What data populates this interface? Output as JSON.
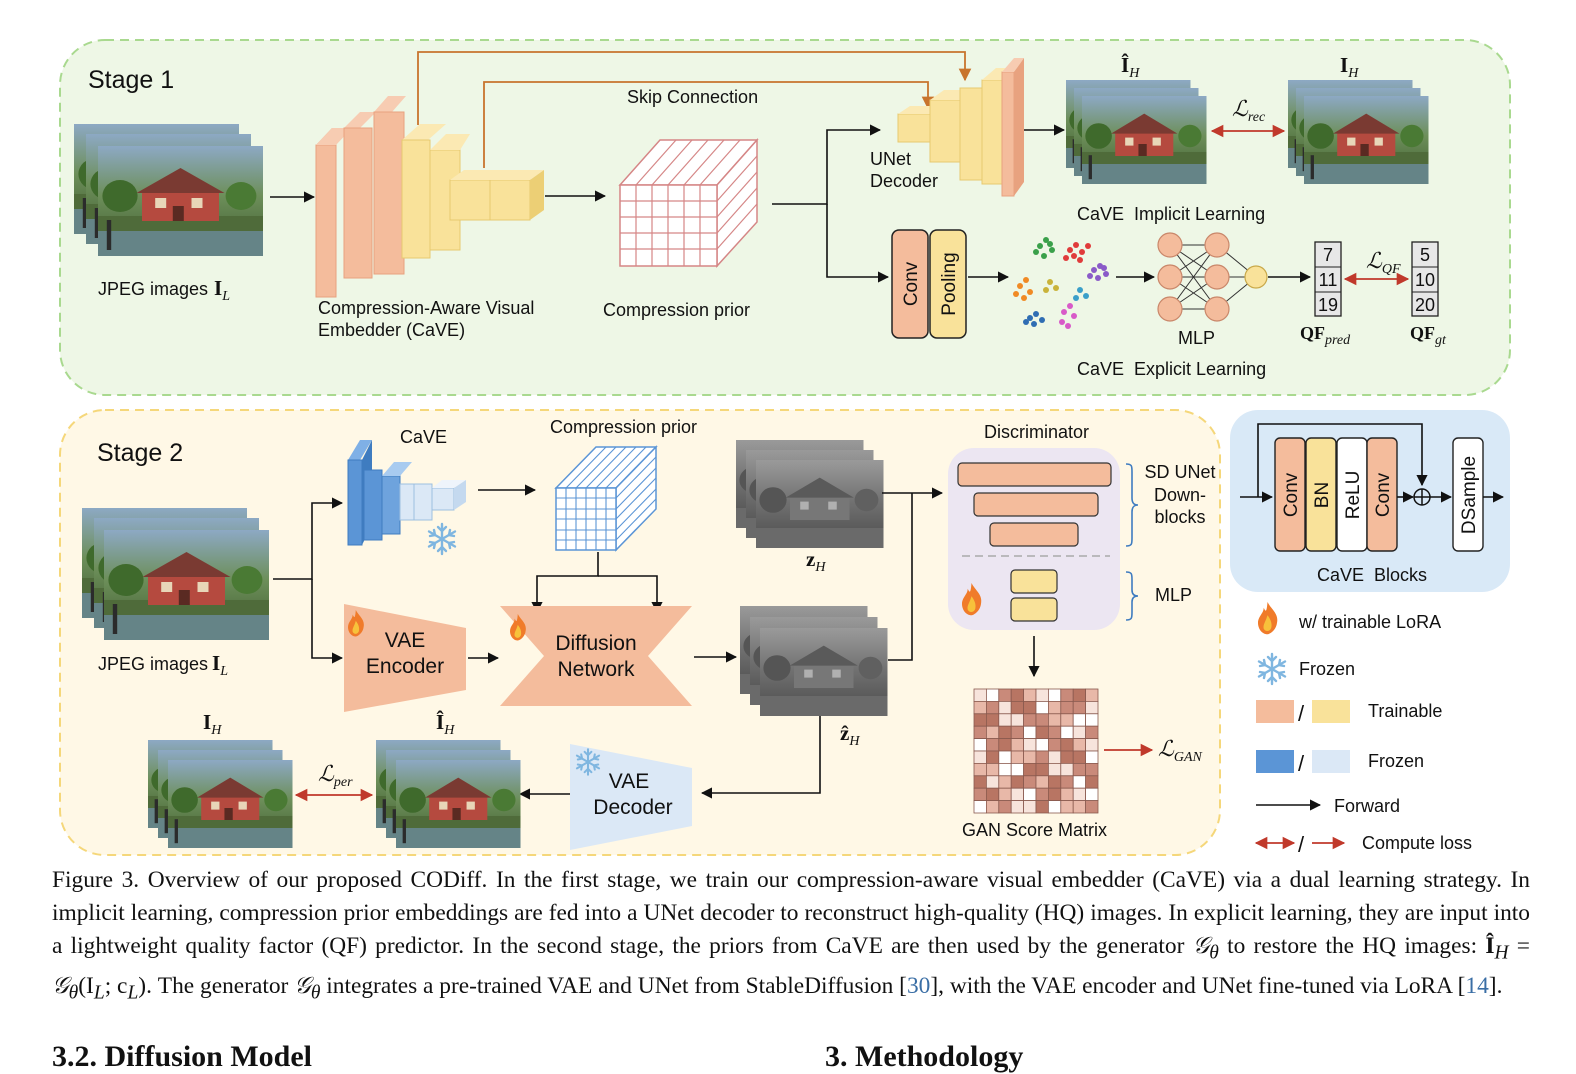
{
  "stage1": {
    "title": "Stage 1",
    "input_label": "JPEG images",
    "input_math": "I",
    "input_sub": "L",
    "cave_label_line1": "Compression-Aware Visual",
    "cave_label_line2": "Embedder (CaVE)",
    "prior_label": "Compression prior",
    "skip_label": "Skip Connection",
    "unet_label_line1": "UNet",
    "unet_label_line2": "Decoder",
    "ihat_label": "Î",
    "ihat_sub": "H",
    "ih_label": "I",
    "ih_sub": "H",
    "lrec": "ℒ",
    "lrec_sub": "rec",
    "implicit_label": "CaVE  Implicit Learning",
    "explicit_label": "CaVE  Explicit Learning",
    "conv_label": "Conv",
    "pool_label": "Pooling",
    "mlp_label": "MLP",
    "qf_pred": [
      "7",
      "11",
      "19"
    ],
    "qf_gt": [
      "5",
      "10",
      "20"
    ],
    "qf_pred_label": "QF",
    "qf_pred_sub": "pred",
    "qf_gt_label": "QF",
    "qf_gt_sub": "gt",
    "lqf": "ℒ",
    "lqf_sub": "QF"
  },
  "stage2": {
    "title": "Stage 2",
    "input_label": "JPEG images",
    "input_math": "I",
    "input_sub": "L",
    "cave_label": "CaVE",
    "prior_label": "Compression prior",
    "vae_enc_line1": "VAE",
    "vae_enc_line2": "Encoder",
    "diff_line1": "Diffusion",
    "diff_line2": "Network",
    "vae_dec_line1": "VAE",
    "vae_dec_line2": "Decoder",
    "zh": "z",
    "zh_sub": "H",
    "zhat": "ẑ",
    "zhat_sub": "H",
    "ih": "I",
    "ih_sub": "H",
    "ihat": "Î",
    "ihat_sub": "H",
    "lper": "ℒ",
    "lper_sub": "per",
    "disc_label": "Discriminator",
    "sd_line1": "SD UNet",
    "sd_line2": "Down-",
    "sd_line3": "blocks",
    "mlp_label": "MLP",
    "gan_label": "GAN Score Matrix",
    "lgan": "ℒ",
    "lgan_sub": "GAN"
  },
  "cave_blocks": {
    "title": "CaVE  Blocks",
    "conv1": "Conv",
    "bn": "BN",
    "relu": "ReLU",
    "conv2": "Conv",
    "dsample": "DSample"
  },
  "legend": {
    "lora": "w/ trainable LoRA",
    "frozen_icon": "Frozen",
    "trainable": "Trainable",
    "frozen": "Frozen",
    "forward": "Forward",
    "compute_loss": "Compute loss",
    "slash": "/"
  },
  "colors": {
    "stage1_bg": "#eef7e6",
    "stage1_border": "#a9d98f",
    "stage2_bg": "#fff8e6",
    "stage2_border": "#f5d77a",
    "cave_blocks_bg": "#d9e9f7",
    "orange": "#f4bc9c",
    "orange_dark": "#e8a27f",
    "yellow": "#f9e29a",
    "blue": "#5b95d6",
    "light_blue": "#dbe8f6",
    "red_arrow": "#c0392b",
    "skip_arrow": "#c8742d"
  },
  "icons": [
    "fire-icon",
    "snowflake-icon"
  ],
  "caption": {
    "s1": "Figure 3.  Overview of our proposed CODiff.  In the first stage, we train our compression-aware visual embedder (CaVE) via a dual learning strategy. In implicit learning, compression prior embeddings are fed into a UNet decoder to reconstruct high-quality (HQ) images. In explicit learning, they are input into a lightweight quality factor (QF) predictor.  In the second stage, the priors from CaVE are then used by the generator ",
    "g1": "𝒢",
    "g1_sub": "θ",
    "s2": " to restore the HQ images:  ",
    "eq": "Î",
    "eq_sub": "H",
    "s3": " = ",
    "g2": "𝒢",
    "g2_sub": "θ",
    "s4": "(I",
    "s4_sub": "L",
    "s5": "; c",
    "s5_sub": "L",
    "s6": ").  The generator ",
    "g3": "𝒢",
    "g3_sub": "θ",
    "s7": " integrates a pre-trained VAE and UNet from StableDiffusion [",
    "ref1": "30",
    "s8": "], with the VAE encoder and UNet fine-tuned via LoRA [",
    "ref2": "14",
    "s9": "]."
  },
  "headings": {
    "left": "3.2. Diffusion Model",
    "right": "3. Methodology"
  }
}
